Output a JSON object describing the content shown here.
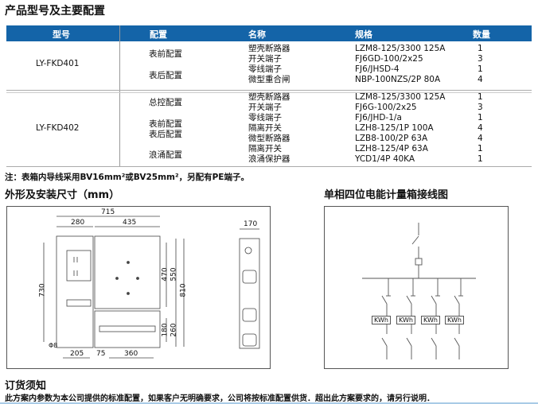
{
  "title": "产品型号及主要配置",
  "table": {
    "headers": [
      "型号",
      "配置",
      "名称",
      "规格",
      "数量"
    ],
    "rows": [
      {
        "model": "LY-FKD401",
        "configs": [
          "表前配置",
          "表后配置"
        ],
        "items": [
          {
            "name": "塑壳断路器",
            "spec": "LZM8-125/3300 125A",
            "qty": "1"
          },
          {
            "name": "开关端子",
            "spec": "FJ6GD-100/2x25",
            "qty": "3"
          },
          {
            "name": "零线端子",
            "spec": "FJ6/JHSD-4",
            "qty": "1"
          },
          {
            "name": "微型重合闸",
            "spec": "NBP-100NZS/2P 80A",
            "qty": "4"
          }
        ]
      },
      {
        "model": "LY-FKD402",
        "configs": [
          "总控配置",
          "表前配置",
          "表后配置",
          "浪涌配置"
        ],
        "items": [
          {
            "name": "塑壳断路器",
            "spec": "LZM8-125/3300 125A",
            "qty": "1"
          },
          {
            "name": "开关端子",
            "spec": "FJ6G-100/2x25",
            "qty": "3"
          },
          {
            "name": "零线端子",
            "spec": "FJ6/JHD-1/a",
            "qty": "1"
          },
          {
            "name": "隔离开关",
            "spec": "LZH8-125/1P 100A",
            "qty": "4"
          },
          {
            "name": "微型断路器",
            "spec": "LZB8-100/2P 63A",
            "qty": "4"
          },
          {
            "name": "隔离开关",
            "spec": "LZH8-125/4P 63A",
            "qty": "1"
          },
          {
            "name": "浪涌保护器",
            "spec": "YCD1/4P 40KA",
            "qty": "1"
          }
        ]
      }
    ]
  },
  "note": "注：表箱内导线采用BV16mm²或BV25mm²，另配有PE端子。",
  "dimensions": {
    "heading": "外形及安装尺寸（mm）",
    "labels": {
      "w715": "715",
      "w280": "280",
      "w435": "435",
      "h730": "730",
      "h470": "470",
      "h550": "550",
      "h810": "810",
      "h180": "180",
      "h260": "260",
      "w205": "205",
      "w75": "75",
      "w360": "360",
      "hole": "Φ8",
      "depth": "170"
    }
  },
  "wiring": {
    "heading": "单相四位电能计量箱接线图",
    "meter_label": "KWh"
  },
  "ordering": {
    "heading": "订货须知",
    "text": "此方案内参数为本公司提供的标准配置，如果客户无明确要求，公司将按标准配置供货．超出此方案要求的，请另行说明．"
  }
}
